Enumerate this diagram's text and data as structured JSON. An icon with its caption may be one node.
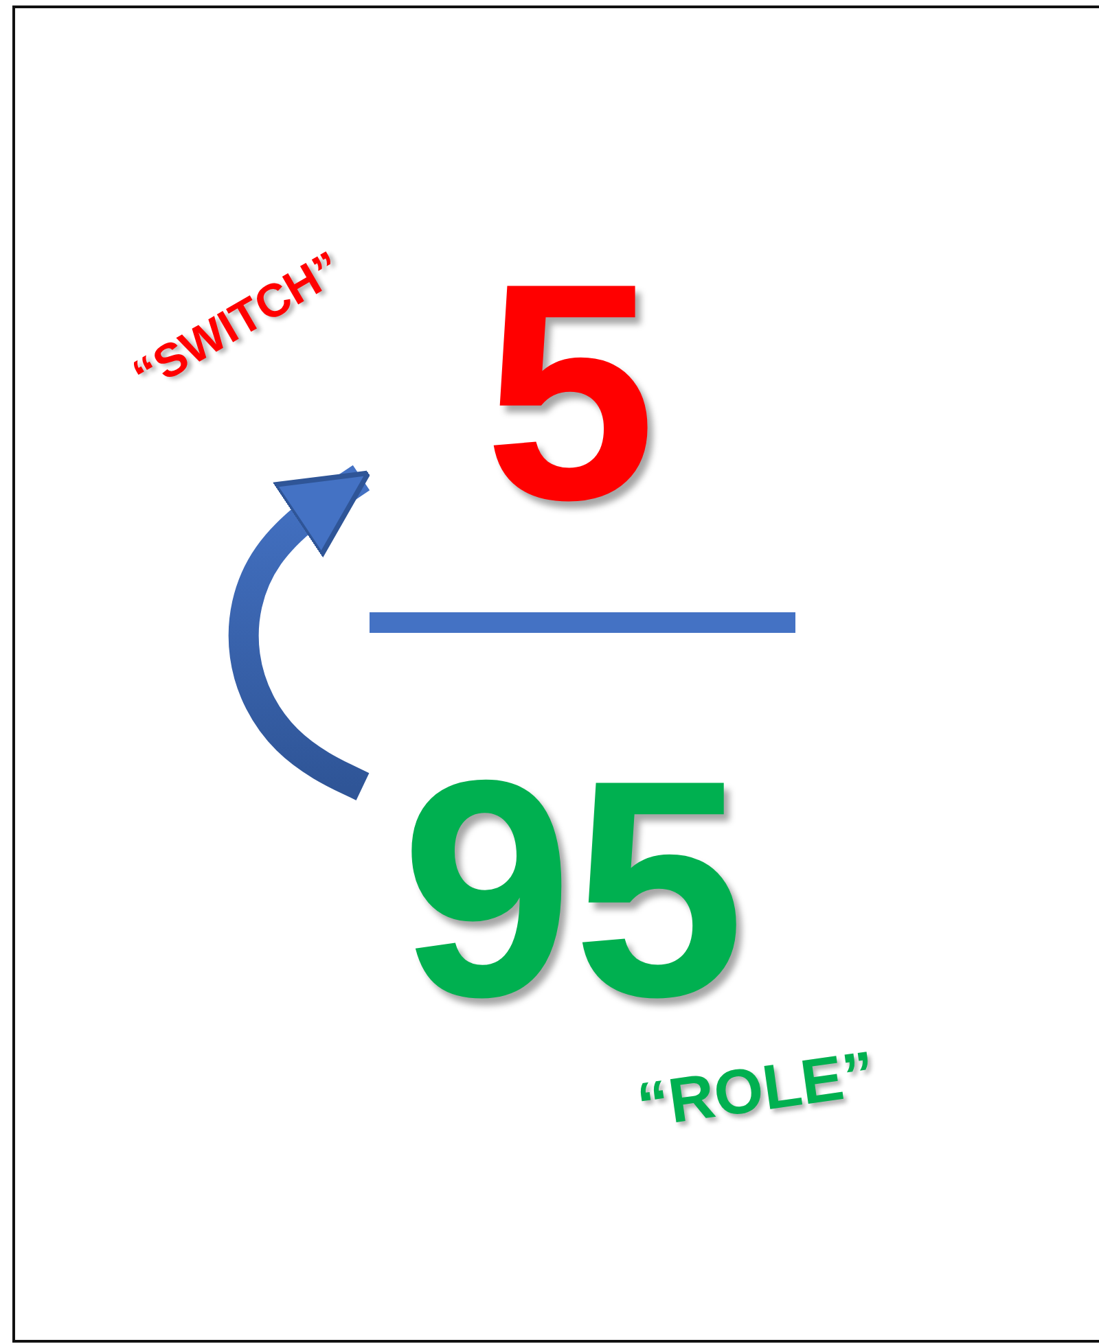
{
  "diagram": {
    "nodes": [
      {
        "text": [
          "5"
        ]
      },
      {
        "text": [],
        "shape": "bar"
      },
      {
        "text": [
          "95"
        ]
      }
    ],
    "edges": [
      {
        "from": 2,
        "to": 0,
        "arrow": "to"
      }
    ],
    "labels": [
      "“SWITCH”",
      "“ROLE”"
    ]
  }
}
